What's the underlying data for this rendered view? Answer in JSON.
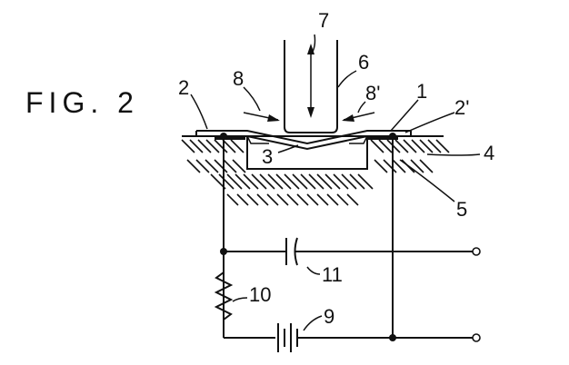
{
  "figure": {
    "title": "FIG. 2"
  },
  "labels": {
    "l1": "1",
    "l2": "2",
    "l2p": "2'",
    "l3": "3",
    "l4": "4",
    "l5": "5",
    "l6": "6",
    "l7": "7",
    "l8": "8",
    "l8p": "8'",
    "l9": "9",
    "l10": "10",
    "l11": "11"
  },
  "colors": {
    "ink": "#111111",
    "paper": "#ffffff"
  }
}
